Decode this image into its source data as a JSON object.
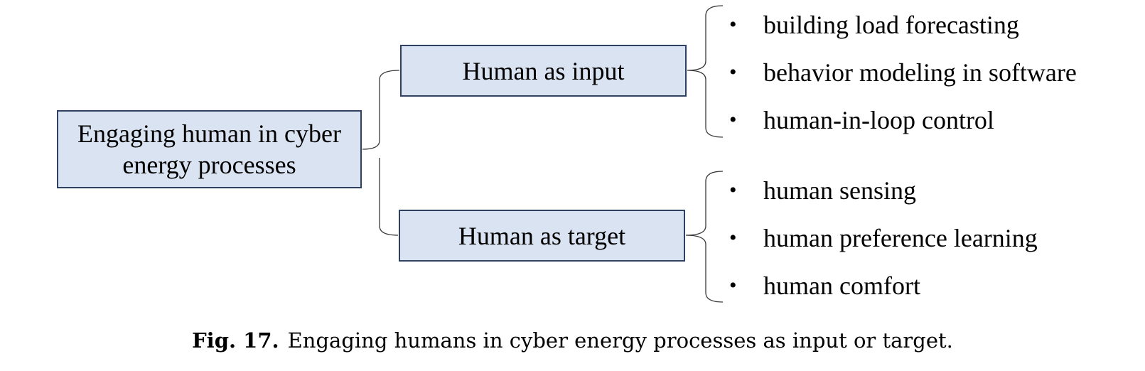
{
  "root": {
    "label": "Engaging human in cyber energy processes"
  },
  "branches": [
    {
      "label": "Human as input",
      "items": [
        "building load forecasting",
        "behavior modeling in software",
        "human-in-loop control"
      ]
    },
    {
      "label": "Human as target",
      "items": [
        "human sensing",
        "human preference learning",
        "human comfort"
      ]
    }
  ],
  "bullet_glyph": "•",
  "caption": {
    "label": "Fig. 17.",
    "text": "Engaging humans in cyber energy processes as input or target."
  },
  "colors": {
    "box_fill": "#dae3f1",
    "box_border": "#2f4060",
    "connector": "#3a3a3a"
  }
}
